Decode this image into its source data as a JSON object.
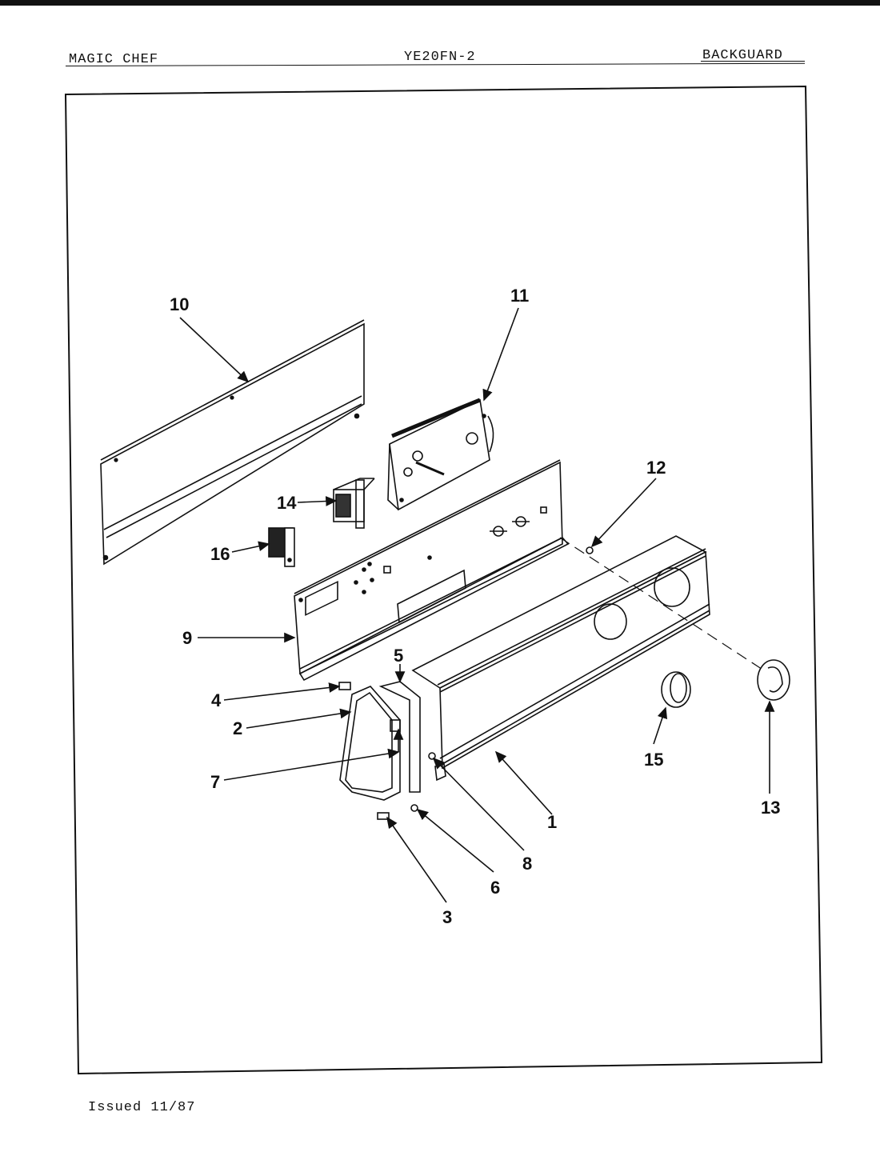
{
  "header": {
    "brand": "MAGIC CHEF",
    "model": "YE20FN-2",
    "section": "BACKGUARD"
  },
  "footer": {
    "issued": "Issued 11/87"
  },
  "callouts": {
    "c1": "1",
    "c2": "2",
    "c3": "3",
    "c4": "4",
    "c5": "5",
    "c6": "6",
    "c7": "7",
    "c8": "8",
    "c9": "9",
    "c10": "10",
    "c11": "11",
    "c12": "12",
    "c13": "13",
    "c14": "14",
    "c15": "15",
    "c16": "16"
  }
}
